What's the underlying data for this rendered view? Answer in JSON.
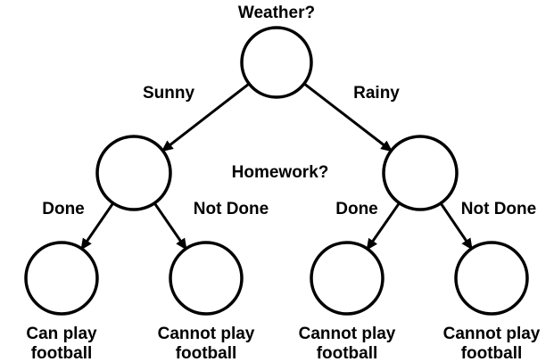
{
  "diagram": {
    "type": "decision-tree",
    "root_question": "Weather?",
    "mid_question": "Homework?",
    "edges": {
      "sunny": {
        "label": "Sunny"
      },
      "rainy": {
        "label": "Rainy"
      },
      "left_done": {
        "label": "Done"
      },
      "left_not_done": {
        "label": "Not Done"
      },
      "right_done": {
        "label": "Done"
      },
      "right_not_done": {
        "label": "Not Done"
      }
    },
    "leaves": [
      {
        "line1": "Can play",
        "line2": "football"
      },
      {
        "line1": "Cannot play",
        "line2": "football"
      },
      {
        "line1": "Cannot play",
        "line2": "football"
      },
      {
        "line1": "Cannot play",
        "line2": "football"
      }
    ],
    "colors": {
      "positive_branch": "#4013C8",
      "negative_branch": "#FB3A3A",
      "node_stroke": "#000000",
      "text": "#000000",
      "background": "#FFFFFF"
    }
  }
}
